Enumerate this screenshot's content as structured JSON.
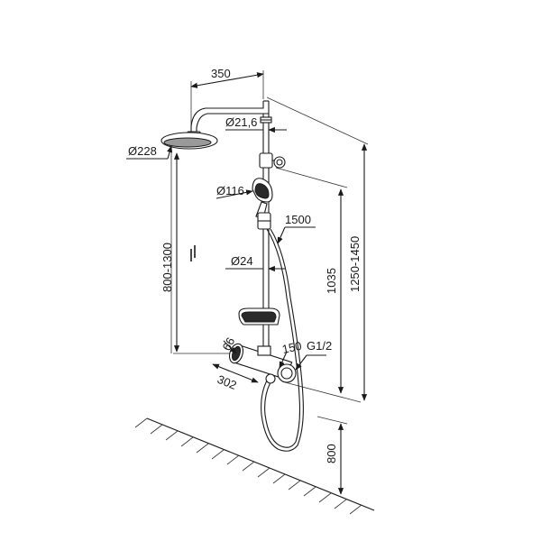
{
  "dimensions": {
    "arm_length": "350",
    "pipe_top_diameter": "Ø21,6",
    "head_diameter": "Ø228",
    "hand_shower_diameter": "Ø116",
    "hose_length": "1500",
    "head_height_range": "800-1300",
    "rail_diameter": "Ø24",
    "rail_height": "1035",
    "total_height_range": "1250-1450",
    "mixer_depth": "66",
    "mixer_width": "302",
    "connection_spacing": "150",
    "thread_size": "G1/2",
    "mount_height": "800"
  }
}
